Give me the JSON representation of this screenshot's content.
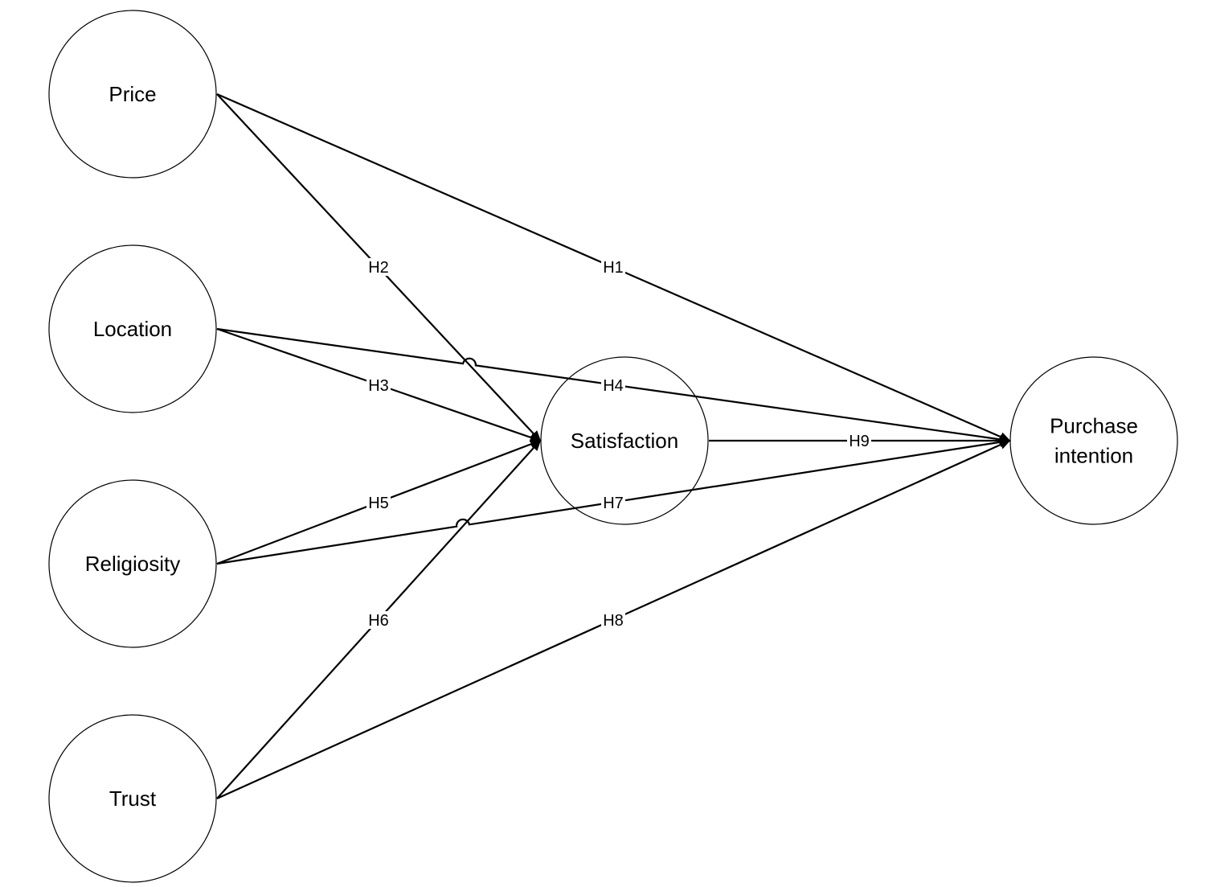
{
  "nodes": [
    {
      "id": "price",
      "label": "Price"
    },
    {
      "id": "location",
      "label": "Location"
    },
    {
      "id": "religiosity",
      "label": "Religiosity"
    },
    {
      "id": "trust",
      "label": "Trust"
    },
    {
      "id": "satisfaction",
      "label": "Satisfaction"
    },
    {
      "id": "purchase",
      "label": "Purchase\nintention"
    }
  ],
  "edges": [
    {
      "from": "price",
      "to": "purchase",
      "label": "H1"
    },
    {
      "from": "price",
      "to": "satisfaction",
      "label": "H2"
    },
    {
      "from": "location",
      "to": "satisfaction",
      "label": "H3"
    },
    {
      "from": "location",
      "to": "purchase",
      "label": "H4"
    },
    {
      "from": "religiosity",
      "to": "satisfaction",
      "label": "H5"
    },
    {
      "from": "trust",
      "to": "satisfaction",
      "label": "H6"
    },
    {
      "from": "religiosity",
      "to": "purchase",
      "label": "H7"
    },
    {
      "from": "trust",
      "to": "purchase",
      "label": "H8"
    },
    {
      "from": "satisfaction",
      "to": "purchase",
      "label": "H9"
    }
  ]
}
